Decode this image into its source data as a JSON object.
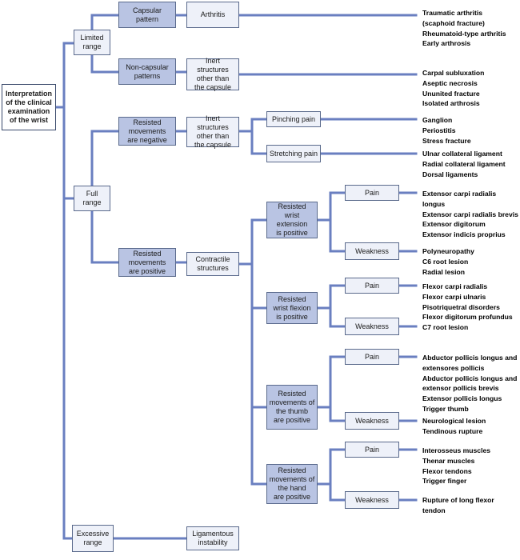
{
  "colors": {
    "line": "#6a7fc0",
    "dark_box": "#b9c4e3",
    "light_box": "#eef1f9"
  },
  "root": "Interpretation\nof the clinical\nexamination\nof the wrist",
  "ranges": {
    "limited": "Limited\nrange",
    "full": "Full\nrange",
    "excessive": "Excessive\nrange"
  },
  "limited": {
    "capsular": "Capsular\npattern",
    "arthritis": "Arthritis",
    "arthritis_causes": [
      "Traumatic arthritis\n(scaphoid fracture)",
      "Rheumatoid-type arthritis",
      "Early arthrosis"
    ],
    "noncapsular": "Non-capsular\npatterns",
    "inert": "Inert structures\nother than\nthe capsule",
    "inert_causes": [
      "Carpal subluxation",
      "Aseptic necrosis",
      "Ununited fracture",
      "Isolated arthrosis"
    ]
  },
  "full": {
    "negative": "Resisted\nmovements\nare negative",
    "inert": "Inert structures\nother than\nthe capsule",
    "pinching": "Pinching pain",
    "pinching_causes": [
      "Ganglion",
      "Periostitis",
      "Stress fracture"
    ],
    "stretching": "Stretching pain",
    "stretching_causes": [
      "Ulnar collateral ligament",
      "Radial collateral ligament",
      "Dorsal ligaments"
    ],
    "positive": "Resisted\nmovements\nare positive",
    "contractile": "Contractile\nstructures",
    "groups": [
      {
        "label": "Resisted\nwrist extension\nis positive",
        "pain": "Pain",
        "pain_causes": [
          "Extensor carpi radialis longus",
          "Extensor carpi radialis brevis",
          "Extensor digitorum",
          "Extensor indicis proprius"
        ],
        "weakness": "Weakness",
        "weakness_causes": [
          "Polyneuropathy",
          "C6 root lesion",
          "Radial lesion"
        ]
      },
      {
        "label": "Resisted\nwrist flexion\nis positive",
        "pain": "Pain",
        "pain_causes": [
          "Flexor carpi radialis",
          "Flexor carpi ulnaris",
          "Pisotriquetral disorders",
          "Flexor digitorum profundus"
        ],
        "weakness": "Weakness",
        "weakness_causes": [
          "C7 root lesion"
        ]
      },
      {
        "label": "Resisted\nmovements of\nthe thumb\nare positive",
        "pain": "Pain",
        "pain_causes": [
          "Abductor pollicis longus and\nextensores pollicis",
          "Abductor pollicis longus and\nextensor pollicis brevis",
          "Extensor pollicis longus",
          "Trigger thumb"
        ],
        "weakness": "Weakness",
        "weakness_causes": [
          "Neurological lesion",
          "Tendinous rupture"
        ]
      },
      {
        "label": "Resisted\nmovements of\nthe hand\nare positive",
        "pain": "Pain",
        "pain_causes": [
          "Interosseus muscles",
          "Thenar muscles",
          "Flexor tendons",
          "Trigger finger"
        ],
        "weakness": "Weakness",
        "weakness_causes": [
          "Rupture of long flexor\ntendon"
        ]
      }
    ]
  },
  "excessive": {
    "ligamentous": "Ligamentous\ninstability"
  }
}
